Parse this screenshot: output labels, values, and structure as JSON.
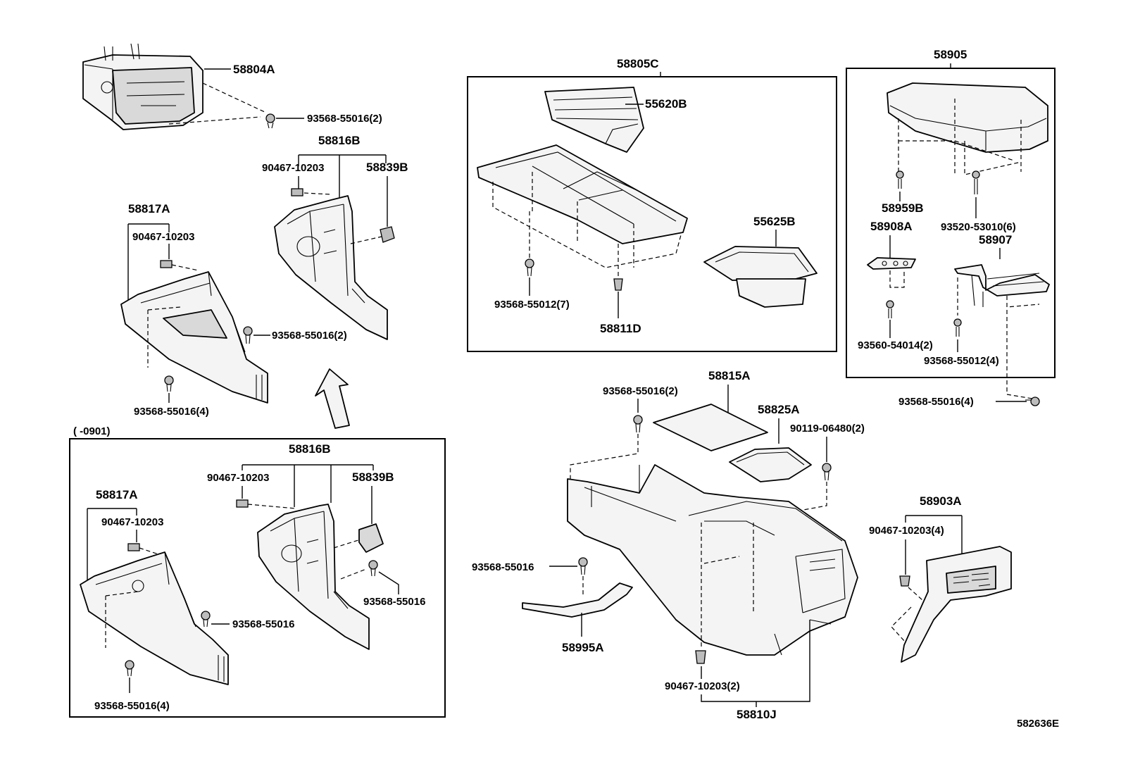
{
  "diagram": {
    "ref_code": "582636E",
    "date_range_label": "(    -0901)",
    "labels": {
      "p58804A": "58804A",
      "s93568_55016_2_top": "93568-55016(2)",
      "p58816B_top": "58816B",
      "p90467_10203_top_mid": "90467-10203",
      "p58839B_top": "58839B",
      "p58817A_top": "58817A",
      "p90467_10203_top_left": "90467-10203",
      "s93568_55016_2_mid": "93568-55016(2)",
      "s93568_55016_4_top": "93568-55016(4)",
      "p58805C": "58805C",
      "p55620B": "55620B",
      "p55625B": "55625B",
      "s93568_55012_7": "93568-55012(7)",
      "p58811D": "58811D",
      "p58905": "58905",
      "p58959B": "58959B",
      "s93520_53010_6": "93520-53010(6)",
      "p58908A": "58908A",
      "p58907": "58907",
      "s93560_54014_2": "93560-54014(2)",
      "s93568_55012_4": "93568-55012(4)",
      "s93568_55016_4_right": "93568-55016(4)",
      "p58815A": "58815A",
      "s93568_55016_2_center": "93568-55016(2)",
      "p58825A": "58825A",
      "s90119_06480_2": "90119-06480(2)",
      "p58903A": "58903A",
      "s90467_10203_4": "90467-10203(4)",
      "s93568_55016_center": "93568-55016",
      "p58995A": "58995A",
      "s90467_10203_2": "90467-10203(2)",
      "p58810J": "58810J",
      "p58816B_bot": "58816B",
      "p90467_10203_bot_mid": "90467-10203",
      "p58839B_bot": "58839B",
      "p58817A_bot": "58817A",
      "p90467_10203_bot_left": "90467-10203",
      "s93568_55016_bot_mid": "93568-55016",
      "s93568_55016_bot_right": "93568-55016",
      "s93568_55016_4_bot": "93568-55016(4)"
    }
  }
}
